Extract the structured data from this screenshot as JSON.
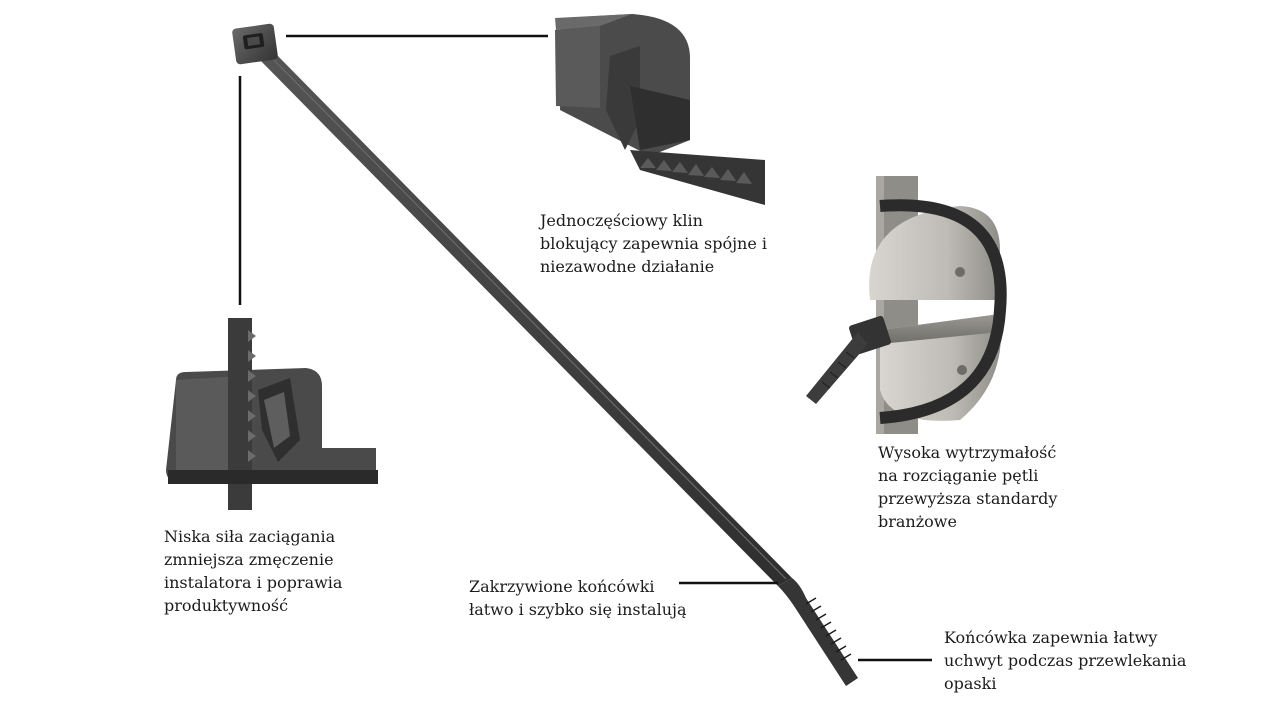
{
  "callouts": {
    "locking_wedge": {
      "lines": [
        "Jednoczęściowy klin",
        "blokujący zapewnia spójne i",
        "niezawodne działanie"
      ]
    },
    "tensile_strength": {
      "lines": [
        "Wysoka wytrzymałość",
        "na rozciąganie pętli",
        "przewyższa standardy",
        "branżowe"
      ]
    },
    "low_insertion_force": {
      "lines": [
        "Niska siła zaciągania",
        "zmniejsza zmęczenie",
        "instalatora i poprawia",
        "produktywność"
      ]
    },
    "curved_tip": {
      "lines": [
        "Zakrzywione końcówki",
        "łatwo i szybko się instalują"
      ]
    },
    "tip_grip": {
      "lines": [
        "Końcówka zapewnia łatwy",
        "uchwyt podczas przewlekania",
        "opaski"
      ]
    }
  },
  "colors": {
    "tie": "#3a3a3a",
    "tie_highlight": "#5c5c5c",
    "leader": "#111111",
    "metal": "#bfbdb6",
    "metal_dark": "#8e8c86"
  }
}
